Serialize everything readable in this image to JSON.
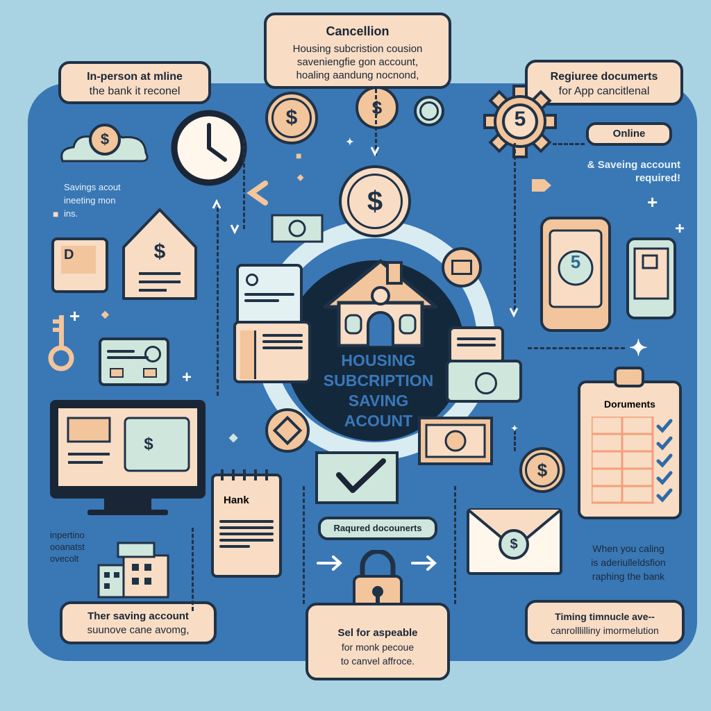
{
  "center": {
    "line1": "HOUSING",
    "line2": "SUBCRIPTION",
    "line3": "SAVING",
    "line4": "ACOUNT"
  },
  "notes": {
    "cancellation_title": "Cancellion",
    "cancellation_l1": "Housing subcristion cousion",
    "cancellation_l2": "saveniengfie gon account,",
    "cancellation_l3": "hoaling aandung nocnond,",
    "inperson_l1": "In-person at mline",
    "inperson_l2": "the bank it reconel",
    "required_l1": "Regiuree documerts",
    "required_l2": "for App cancitlenal",
    "online": "Online",
    "saving_req_l1": "& Saveing account",
    "saving_req_l2": "required!",
    "savings_inf_l1": "Savings acout",
    "savings_inf_l2": "ineeting mon",
    "savings_inf_l3": "ins.",
    "documents": "Doruments",
    "hank": "Hank",
    "required_docs": "Raqured docounerts",
    "inperson_deposit_l1": "inpertino",
    "inperson_deposit_l2": "ooanatst",
    "inperson_deposit_l3": "ovecolt",
    "when_l1": "When you caling",
    "when_l2": "is aderiulleldsfion",
    "when_l3": "raphing the bank",
    "their_l1": "Ther saving account",
    "their_l2": "suunove cane avomg,",
    "sel_l1": "Sel for aspeable",
    "sel_l2": "for monk pecoue",
    "sel_l3": "to canvel affroce.",
    "timing_l1": "Timing timnucle ave--",
    "timing_l2": "canrolllilliny imormelution"
  },
  "badges": {
    "dollar": "$",
    "five": "5",
    "d_letter": "D"
  },
  "colors": {
    "background": "#a9d3e3",
    "panel": "#3a77b5",
    "paper": "#f8dcc4",
    "accent": "#f2c59c",
    "mint": "#cfe6dc",
    "outline": "#203246"
  }
}
